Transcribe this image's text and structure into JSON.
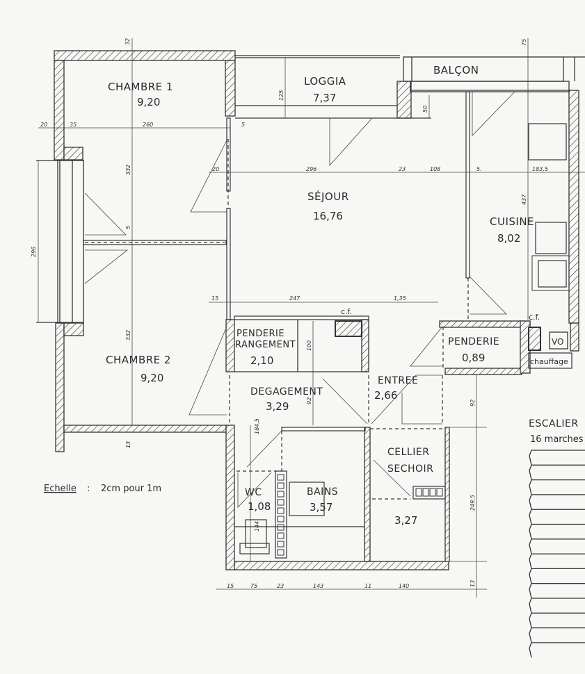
{
  "rooms": {
    "chambre1": {
      "name": "CHAMBRE 1",
      "area": "9,20"
    },
    "loggia": {
      "name": "LOGGIA",
      "area": "7,37"
    },
    "balcon": {
      "name": "BALÇON"
    },
    "sejour": {
      "name": "SÉJOUR",
      "area": "16,76"
    },
    "cuisine": {
      "name": "CUISINE",
      "area": "8,02"
    },
    "chambre2": {
      "name": "CHAMBRE 2",
      "area": "9,20"
    },
    "penderie_rangement": {
      "name1": "PENDERIE",
      "name2": "RANGEMENT",
      "area": "2,10"
    },
    "degagement": {
      "name": "DEGAGEMENT",
      "area": "3,29"
    },
    "entree": {
      "name": "ENTREE",
      "area": "2,66"
    },
    "penderie": {
      "name": "PENDERIE",
      "area": "0,89"
    },
    "wc": {
      "name": "WC",
      "area": "1,08"
    },
    "bains": {
      "name": "BAINS",
      "area": "3,57"
    },
    "cellier": {
      "name1": "CELLIER",
      "name2": "SECHOIR",
      "area": "3,27"
    },
    "escalier": {
      "name": "ESCALIER",
      "steps": "16 marches"
    }
  },
  "annotations": {
    "cf1": "c.f.",
    "cf2": "c.f.",
    "vo": "VO",
    "chauffage": "chauffage",
    "scale_label": "Echelle",
    "scale_sep": ":",
    "scale_value": "2cm pour 1m"
  },
  "dims": {
    "top_wall": "32",
    "d20a": "20",
    "d35": "35",
    "d260": "260",
    "d5a": "5",
    "d125": "125",
    "d50": "50",
    "d75": "75",
    "d20b": "20",
    "d296a": "296",
    "d23a": "23",
    "d108": "108",
    "d5b": "5.",
    "d183": "183,5",
    "d332a": "332",
    "d5c": "5",
    "d296b": "296",
    "d437": "437",
    "d332b": "332",
    "d13a": "13",
    "d15a": "15",
    "d247": "247",
    "d135": "1,35",
    "d100": "100",
    "d92a": "92",
    "d1845": "184,5",
    "d144": "144",
    "d92b": "92",
    "d2495": "249,5",
    "d13b": "13",
    "b15": "15",
    "b75": "75",
    "b23": "23",
    "b143": "143",
    "b11": "11",
    "b140": "140"
  }
}
